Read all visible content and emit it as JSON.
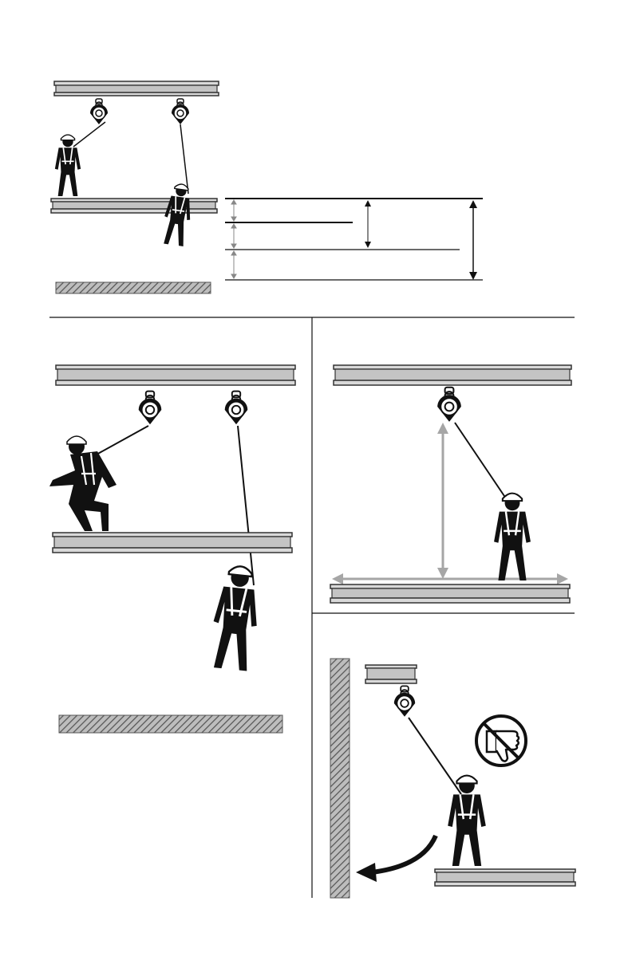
{
  "figure": {
    "panels": [
      {
        "id": "clearance",
        "description_visible": false
      },
      {
        "id": "swing-fall",
        "description_visible": false
      },
      {
        "id": "working-radius",
        "description_visible": false
      },
      {
        "id": "wall-swing",
        "description_visible": false
      }
    ],
    "icons": [
      "i-beam",
      "self-retracting-lifeline",
      "worker-harness",
      "ground-hatch",
      "thumbs-down-prohibited",
      "curved-arrow"
    ],
    "colors": {
      "ink": "#111111",
      "beam": "#cfcfcf",
      "arrow_gray": "#a6a6a6",
      "hatch": "#666666"
    }
  }
}
